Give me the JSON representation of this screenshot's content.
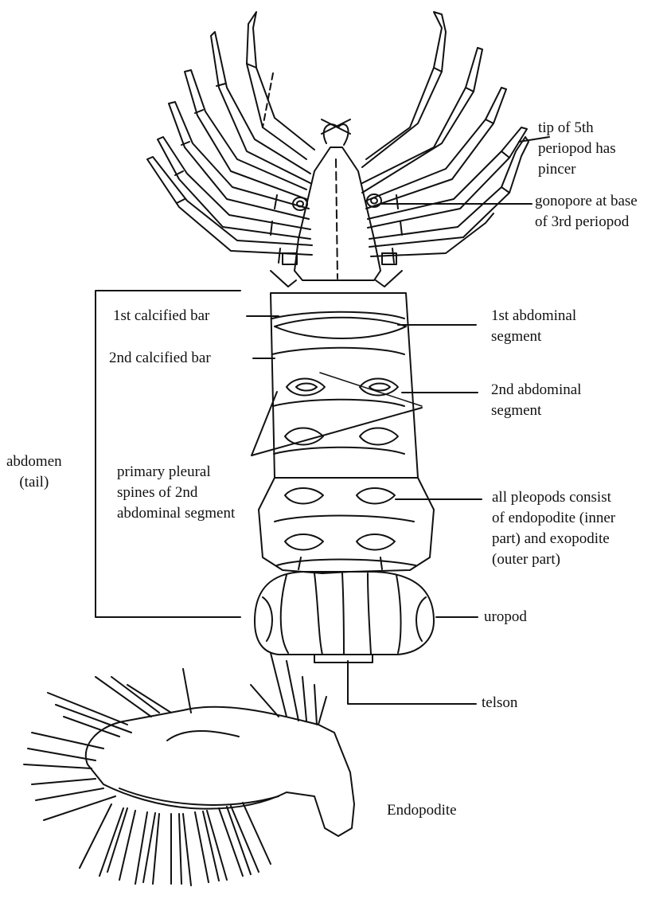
{
  "labels": {
    "tip_5th_periopod": "tip of 5th\nperiopod has\npincer",
    "gonopore": "gonopore at base\nof 3rd periopod",
    "calcified_bar_1": "1st calcified bar",
    "calcified_bar_2": "2nd calcified bar",
    "abdominal_segment_1": "1st abdominal\nsegment",
    "abdominal_segment_2": "2nd abdominal\nsegment",
    "abdomen": "abdomen\n(tail)",
    "pleural_spines": "primary pleural\nspines of 2nd\nabdominal segment",
    "pleopods": "all pleopods consist\nof endopodite (inner\npart) and exopodite\n(outer part)",
    "uropod": "uropod",
    "telson": "telson",
    "endopodite": "Endopodite"
  },
  "colors": {
    "ink": "#111111",
    "background": "#ffffff"
  }
}
